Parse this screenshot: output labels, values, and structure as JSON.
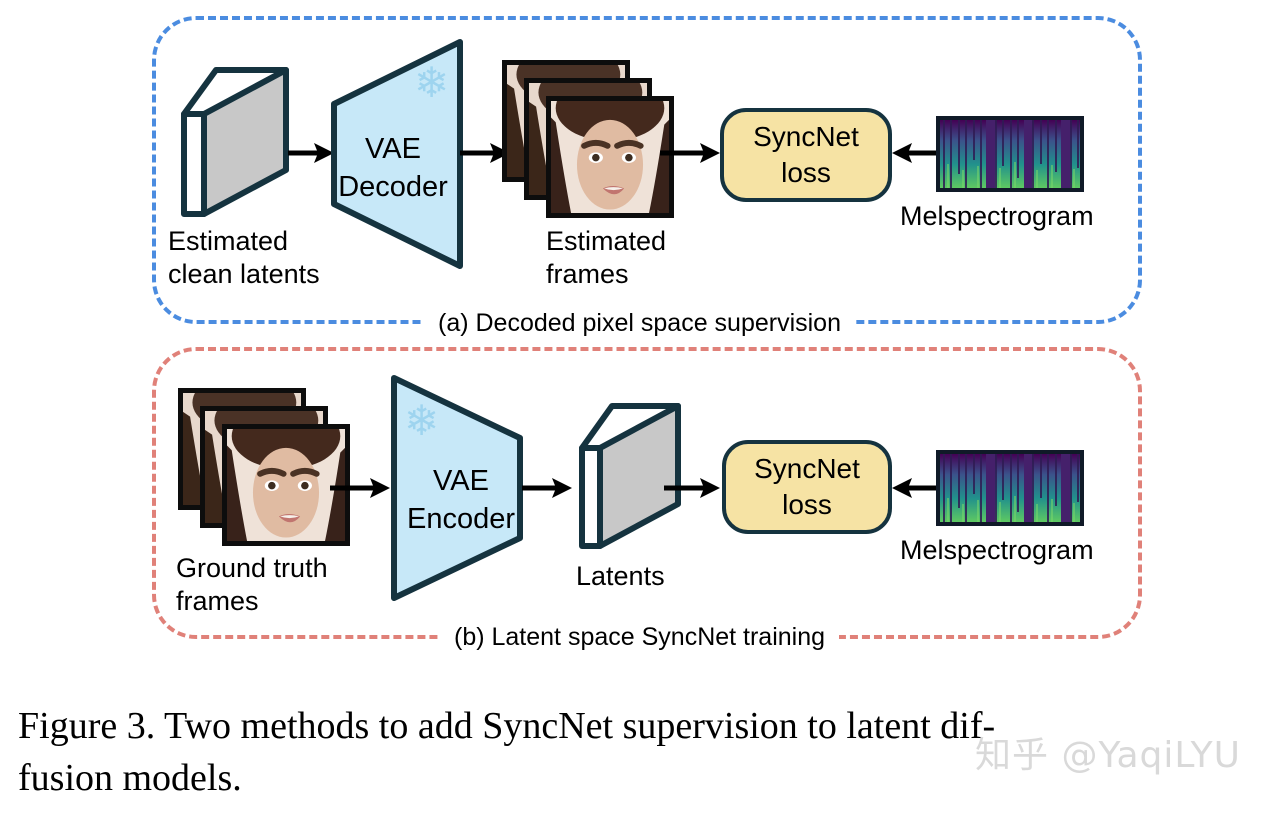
{
  "figure": {
    "caption": "Figure 3. Two methods to add SyncNet supervision to latent dif-\nfusion models.",
    "watermark": "知乎 @YaqiLYU"
  },
  "colors": {
    "panel_a_border": "#4b8ce0",
    "panel_b_border": "#e08179",
    "vae_fill": "#c7e8f8",
    "vae_stroke": "#15333f",
    "loss_fill": "#f6e3a4",
    "loss_stroke": "#15333f",
    "latent_face_fill": "#c8c8c8",
    "latent_edge_fill": "#ffffff",
    "latent_stroke": "#15333f",
    "snowflake": "#9ed4ef",
    "arrow": "#000000",
    "frame_border": "#0d0d0d",
    "mel_border": "#101a28",
    "watermark": "#d9d9d9"
  },
  "panels": [
    {
      "id": "a",
      "caption": "(a) Decoded pixel space supervision",
      "nodes": {
        "latents": {
          "label": "Estimated\nclean latents",
          "icon": "latent-slab-icon"
        },
        "vae": {
          "label": "VAE\nDecoder",
          "frozen_icon": "snowflake-icon"
        },
        "frames": {
          "label": "Estimated\nframes",
          "icon": "face-frame-stack-icon",
          "count": 3
        },
        "loss": {
          "line1": "SyncNet",
          "line2": "loss"
        },
        "mel": {
          "label": "Melspectrogram",
          "icon": "melspectrogram-icon"
        }
      }
    },
    {
      "id": "b",
      "caption": "(b) Latent space SyncNet training",
      "nodes": {
        "frames": {
          "label": "Ground truth\nframes",
          "icon": "face-frame-stack-icon",
          "count": 3
        },
        "vae": {
          "label": "VAE\nEncoder",
          "frozen_icon": "snowflake-icon"
        },
        "latents": {
          "label": "Latents",
          "icon": "latent-slab-icon"
        },
        "loss": {
          "line1": "SyncNet",
          "line2": "loss"
        },
        "mel": {
          "label": "Melspectrogram",
          "icon": "melspectrogram-icon"
        }
      }
    }
  ],
  "icons": {
    "snowflake_glyph": "❄"
  }
}
